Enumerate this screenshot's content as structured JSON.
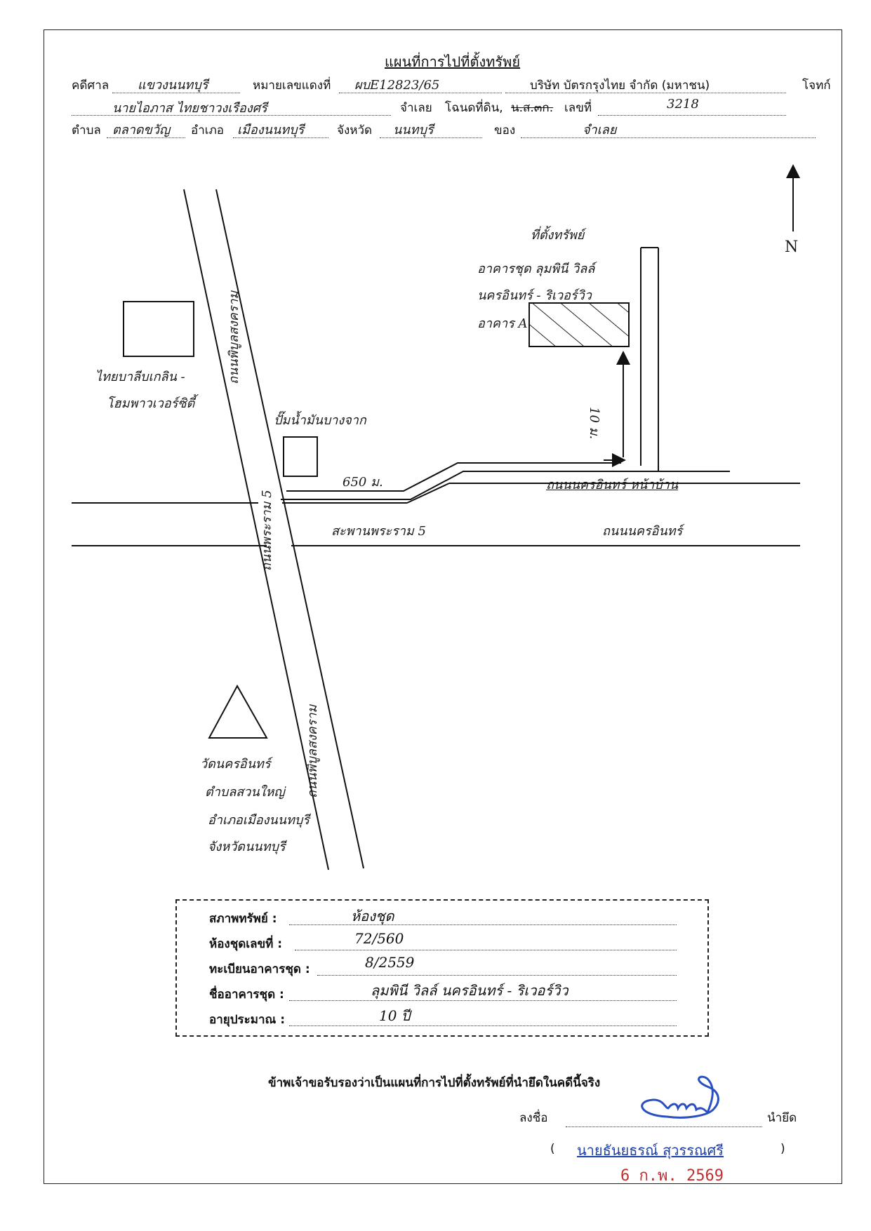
{
  "header": {
    "title": "แผนที่การไปที่ตั้งทรัพย์",
    "court_label": "คดีศาล",
    "court_value": "แขวงนนทบุรี",
    "case_label": "หมายเลขแดงที่",
    "case_value": "ผบE12823/65",
    "plaintiff_value": "บริษัท บัตรกรุงไทย จำกัด (มหาชน)",
    "plaintiff_label": "โจทก์",
    "defendant_value": "นายไอภาส ไทยชาวงเรืองศรี",
    "defendant_label": "จำเลย",
    "deed_label": "โฉนดที่ดิน,",
    "deed_strike": "น.ส.๓ก.",
    "number_label": "เลขที่",
    "number_value": "3218",
    "subdistrict_label": "ตำบล",
    "subdistrict_value": "ตลาดขวัญ",
    "district_label": "อำเภอ",
    "district_value": "เมืองนนทบุรี",
    "province_label": "จังหวัด",
    "province_value": "นนทบุรี",
    "owner_label": "ของ",
    "owner_value": "จำเลย"
  },
  "map": {
    "north_label": "N",
    "property_label": "ที่ตั้งทรัพย์",
    "condo_line1": "อาคารชุด ลุมพินี วิลล์",
    "condo_line2": "นครอินทร์ - ริเวอร์วิว",
    "building_label": "อาคาร A",
    "school_line1": "ไทยบาลีบเกลิน -",
    "school_line2": "โฮมพาวเวอร์ซิตี้",
    "gas_station": "ปั๊มน้ำมันบางจาก",
    "distance_650": "650 ม.",
    "distance_10": "10 ม.",
    "front_road": "ถนนนครอินทร์ หน้าบ้าน",
    "bridge_label": "สะพานพระราม 5",
    "nakhon_in_road": "ถนนนครอินทร์",
    "rama5_road": "ถนนพระราม 5",
    "pibul_road_upper": "ถนนพิบูลสงคราม",
    "pibul_road_lower": "ถนนพิบูลสงคราม",
    "temple_line1": "วัดนครอินทร์",
    "temple_line2": "ตำบลสวนใหญ่",
    "temple_line3": "อำเภอเมืองนนทบุรี",
    "temple_line4": "จังหวัดนนทบุรี"
  },
  "property_info": {
    "condition_label": "สภาพทรัพย์ :",
    "condition_value": "ห้องชุด",
    "unit_label": "ห้องชุดเลขที่ :",
    "unit_value": "72/560",
    "registration_label": "ทะเบียนอาคารชุด :",
    "registration_value": "8/2559",
    "building_label": "ชื่ออาคารชุด :",
    "building_value": "ลุมพินี วิลล์ นครอินทร์ - ริเวอร์วิว",
    "age_label": "อายุประมาณ :",
    "age_value": "10 ปี"
  },
  "certification": {
    "statement": "ข้าพเจ้าขอรับรองว่าเป็นแผนที่การไปที่ตั้งทรัพย์ที่นำยึดในคดีนี้จริง",
    "sign_label": "ลงชื่อ",
    "seizer_label": "นำยึด",
    "open_paren": "(",
    "signer_name": "นายธันยธรณ์ สุวรรณศรี",
    "close_paren": ")",
    "date_stamp": "6 ก.พ. 2569"
  },
  "colors": {
    "ink": "#111111",
    "signature_blue": "#1f3fa8",
    "stamp_red": "#c03030"
  }
}
